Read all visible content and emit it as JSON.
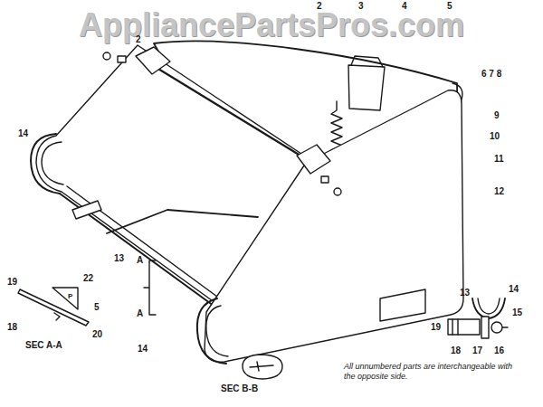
{
  "diagram": {
    "labels": [
      "AppliancePartsPros.com",
      "2",
      "3",
      "4",
      "5",
      "2",
      "14",
      "6 7 8",
      "9",
      "10",
      "11",
      "12",
      "13",
      "14",
      "22",
      "19",
      "5",
      "18",
      "20",
      "P",
      "SEC A-A",
      "A",
      "A",
      "SEC B-B",
      "13",
      "14",
      "15",
      "19",
      "18",
      "17",
      "16",
      "All unnumbered parts are interchangeable with the opposite side."
    ]
  }
}
